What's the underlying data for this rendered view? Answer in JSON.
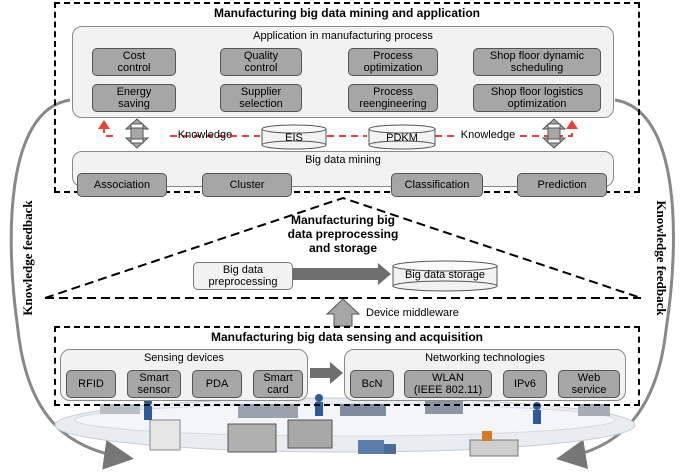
{
  "top_section": {
    "title": "Manufacturing big data mining and application",
    "application": {
      "title": "Application in manufacturing process",
      "items": [
        "Cost\ncontrol",
        "Quality\ncontrol",
        "Process\noptimization",
        "Shop floor dynamic\nscheduling",
        "Energy\nsaving",
        "Supplier\nselection",
        "Process\nreengineering",
        "Shop floor logistics\noptimization"
      ]
    },
    "knowledge_left": "Knowledge",
    "knowledge_right": "Knowledge",
    "eis": "EIS",
    "pdkm": "PDKM",
    "mining": {
      "title": "Big data mining",
      "items": [
        "Association",
        "Cluster",
        "Classification",
        "Prediction"
      ]
    }
  },
  "middle_section": {
    "title": "Manufacturing big\ndata preprocessing\nand storage",
    "preprocessing": "Big data\npreprocessing",
    "storage": "Big data storage",
    "middleware": "Device middleware"
  },
  "bottom_section": {
    "title": "Manufacturing big data sensing and acquisition",
    "sensing": {
      "title": "Sensing devices",
      "items": [
        "RFID",
        "Smart\nsensor",
        "PDA",
        "Smart\ncard"
      ]
    },
    "networking": {
      "title": "Networking  technologies",
      "items": [
        "BcN",
        "WLAN\n(IEEE 802.11)",
        "IPv6",
        "Web\nservice"
      ]
    }
  },
  "feedback_left": "Knowledge feedback",
  "feedback_right": "Knowledge feedback",
  "colors": {
    "dashed_arrow": "#e8413c",
    "button": "#a6a6a6",
    "panel": "#f2f2f2"
  }
}
